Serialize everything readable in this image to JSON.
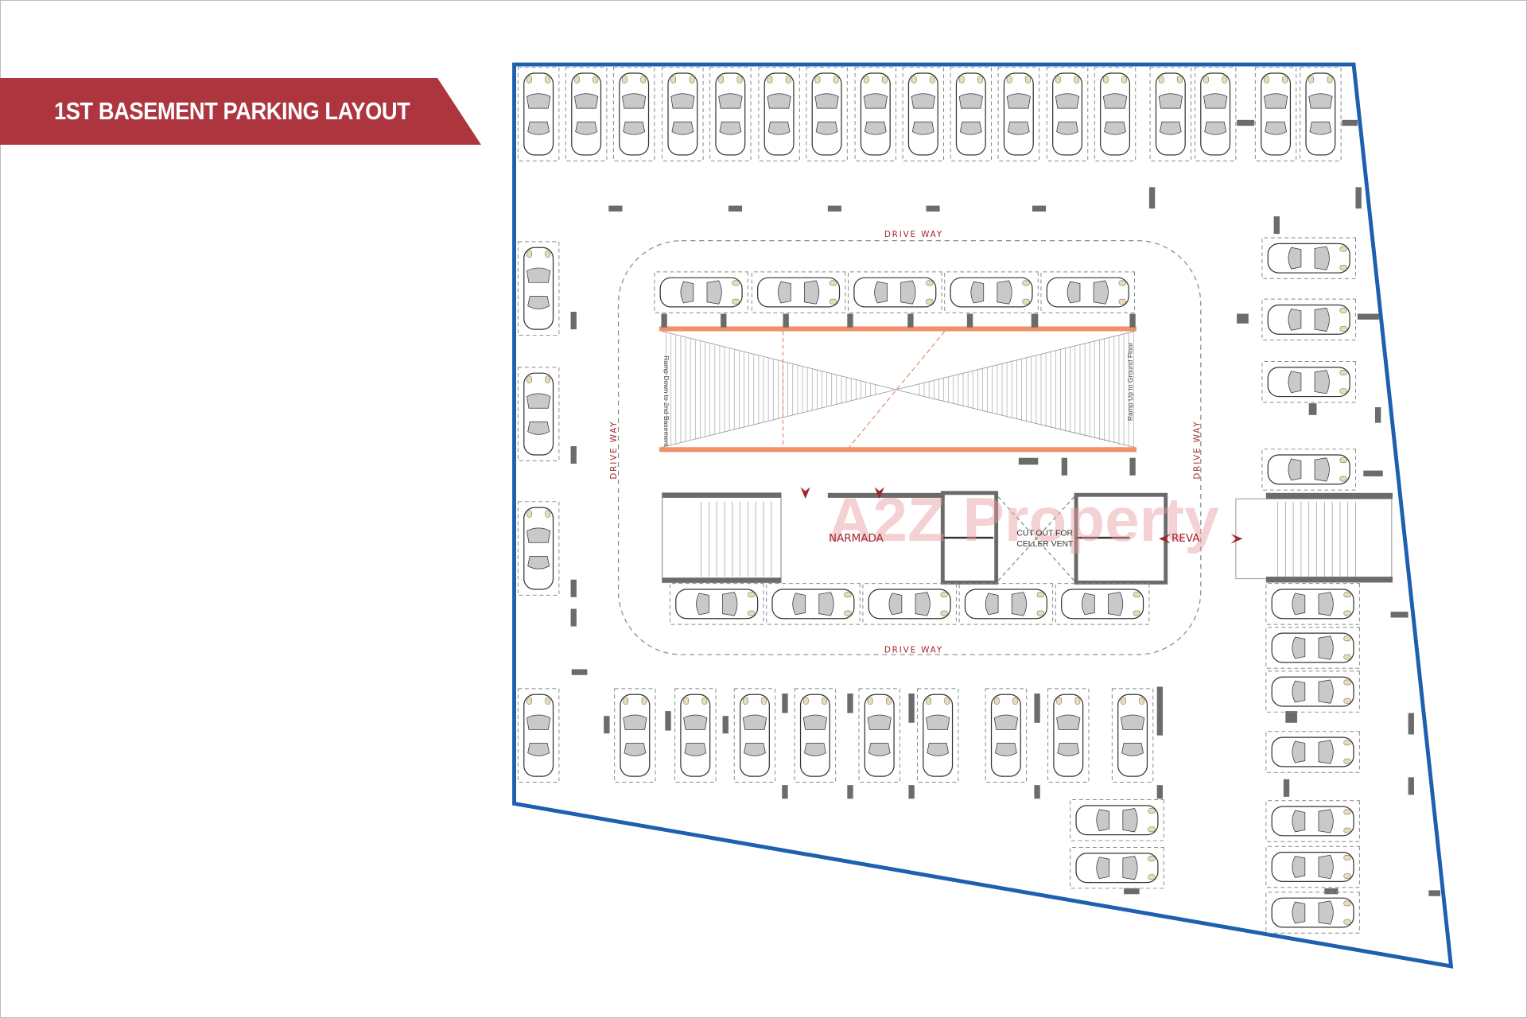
{
  "title": "1ST BASEMENT PARKING LAYOUT",
  "labels": {
    "drive_way_top": "DRIVE WAY",
    "drive_way_bottom": "DRIVE WAY",
    "drive_way_left": "DRIVE WAY",
    "drive_way_right": "DRIVE WAY",
    "ramp_down": "Ramp Down to 2nd Basement",
    "ramp_up": "Ramp Up to Ground Floor",
    "tower_left": "NARMADA",
    "tower_right": "REVA",
    "cutout_line1": "CUT OUT FOR",
    "cutout_line2": "CELLER VENT"
  },
  "watermark": "A2Z Property",
  "colors": {
    "banner": "#ad353e",
    "boundary": "#1f5fb0",
    "ramp_edge": "#f0916a",
    "label_red": "#a3262e",
    "column": "#6b6b6b"
  }
}
